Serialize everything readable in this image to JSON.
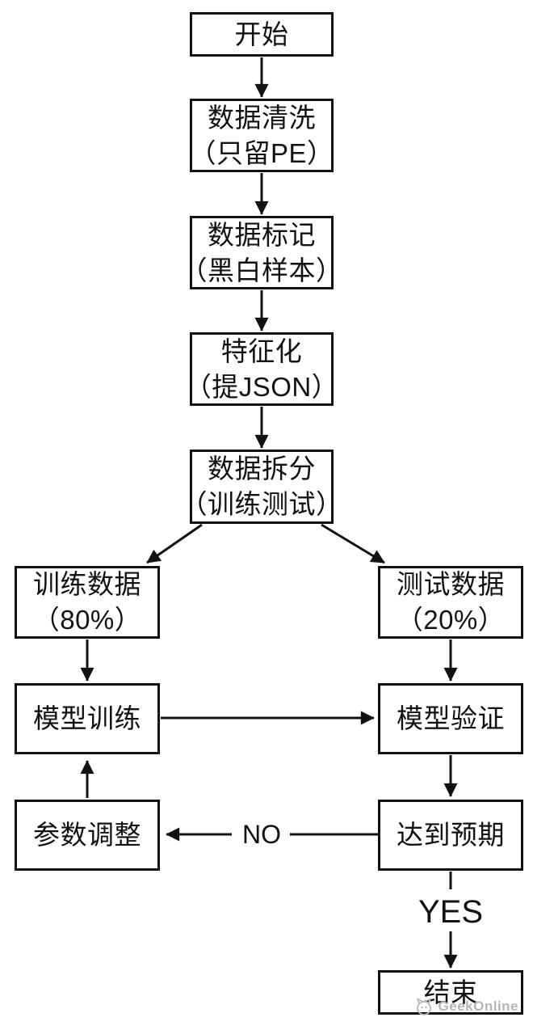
{
  "page": {
    "background": "#ffffff",
    "ink": "#121212",
    "watermark_color": "#b5b5b5"
  },
  "flowchart": {
    "nodes": {
      "start": {
        "label": "开始"
      },
      "clean": {
        "line1": "数据清洗",
        "line2": "（只留PE）"
      },
      "mark": {
        "line1": "数据标记",
        "line2": "（黑白样本）"
      },
      "feature": {
        "line1": "特征化",
        "line2": "（提JSON）"
      },
      "split": {
        "line1": "数据拆分",
        "line2": "（训练测试）"
      },
      "train_data": {
        "line1": "训练数据",
        "line2": "（80%）"
      },
      "test_data": {
        "line1": "测试数据",
        "line2": "（20%）"
      },
      "model_train": {
        "label": "模型训练"
      },
      "model_validate": {
        "label": "模型验证"
      },
      "param_adjust": {
        "label": "参数调整"
      },
      "meet_expectation": {
        "label": "达到预期"
      },
      "end": {
        "label": "结束"
      }
    },
    "edge_labels": {
      "no": "NO",
      "yes": "YES"
    }
  },
  "watermark": {
    "brand": "GeekOnline"
  }
}
